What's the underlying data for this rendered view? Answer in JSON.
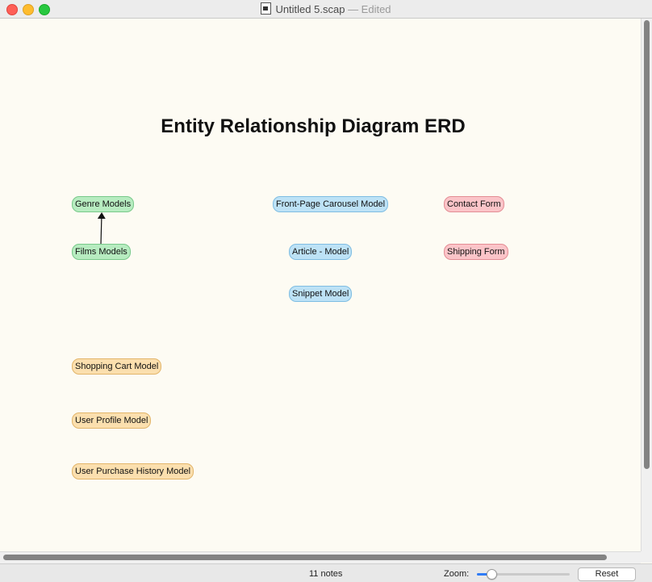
{
  "window": {
    "title": "Untitled 5.scap",
    "edited_suffix": "— Edited",
    "traffic_colors": {
      "close": "#fe5f57",
      "minimize": "#febc2e",
      "maximize": "#28c840"
    }
  },
  "canvas": {
    "heading": "Entity Relationship Diagram ERD",
    "notes": [
      {
        "label": "Genre Models",
        "color": "green"
      },
      {
        "label": "Films Models",
        "color": "green"
      },
      {
        "label": "Front-Page Carousel Model",
        "color": "blue"
      },
      {
        "label": "Article - Model",
        "color": "blue"
      },
      {
        "label": "Snippet Model",
        "color": "blue"
      },
      {
        "label": "Contact Form",
        "color": "red"
      },
      {
        "label": "Shipping Form",
        "color": "red"
      },
      {
        "label": "Shopping Cart Model",
        "color": "orange"
      },
      {
        "label": "User Profile Model",
        "color": "orange"
      },
      {
        "label": "User Purchase History Model",
        "color": "orange"
      }
    ],
    "connections": [
      {
        "from": "Films Models",
        "to": "Genre Models"
      }
    ],
    "note_colors": {
      "green": "#b7ecc0",
      "blue": "#bde2f6",
      "red": "#fbc4c8",
      "orange": "#fbdfae"
    }
  },
  "statusbar": {
    "notes_count": "11 notes",
    "zoom_label": "Zoom:",
    "reset_label": "Reset",
    "accent": "#2f7cf6"
  }
}
